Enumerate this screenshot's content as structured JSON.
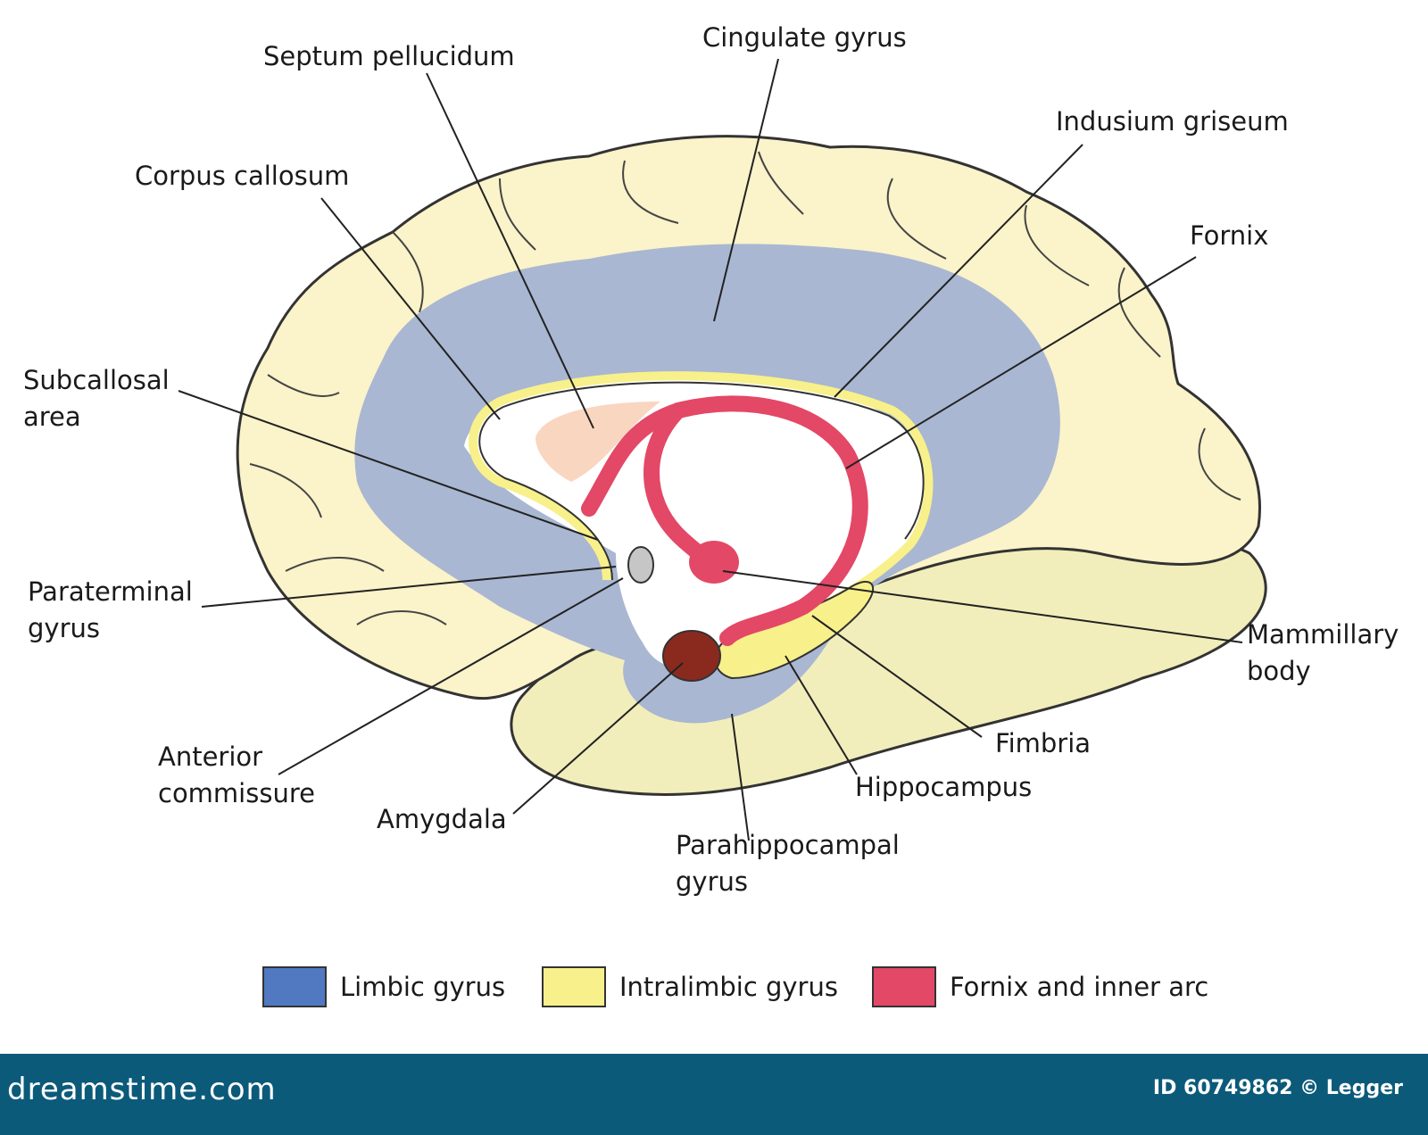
{
  "labels": {
    "septum_pellucidum": "Septum pellucidum",
    "cingulate_gyrus": "Cingulate gyrus",
    "indusium_griseum": "Indusium griseum",
    "corpus_callosum": "Corpus callosum",
    "fornix": "Fornix",
    "subcallosal_area": [
      "Subcallosal",
      "area"
    ],
    "paraterminal_gyrus": [
      "Paraterminal",
      "gyrus"
    ],
    "mammillary_body": [
      "Mammillary",
      "body"
    ],
    "anterior_commissure": [
      "Anterior",
      "commissure"
    ],
    "fimbria": "Fimbria",
    "hippocampus": "Hippocampus",
    "amygdala": "Amygdala",
    "parahippocampal_gyrus": [
      "Parahippocampal",
      "gyrus"
    ]
  },
  "legend": [
    {
      "label": "Limbic gyrus",
      "color": "#5079c2"
    },
    {
      "label": "Intralimbic gyrus",
      "color": "#f8f08a"
    },
    {
      "label": "Fornix and inner arc",
      "color": "#e34866"
    }
  ],
  "colors": {
    "brain_fill": "#fbf3c9",
    "brainstem_fill": "#f2eebb",
    "limbic_fill": "#a9b7d2",
    "intralimbic": "#f8f08a",
    "fornix": "#e34866",
    "septum": "#f9d6c0",
    "amygdala": "#8a2a1f",
    "commissure": "#c6c6c6",
    "footer": "#0c5a7a"
  },
  "footer": {
    "logo": "dreamstime.com",
    "id": "ID 60749862 © Legger"
  }
}
